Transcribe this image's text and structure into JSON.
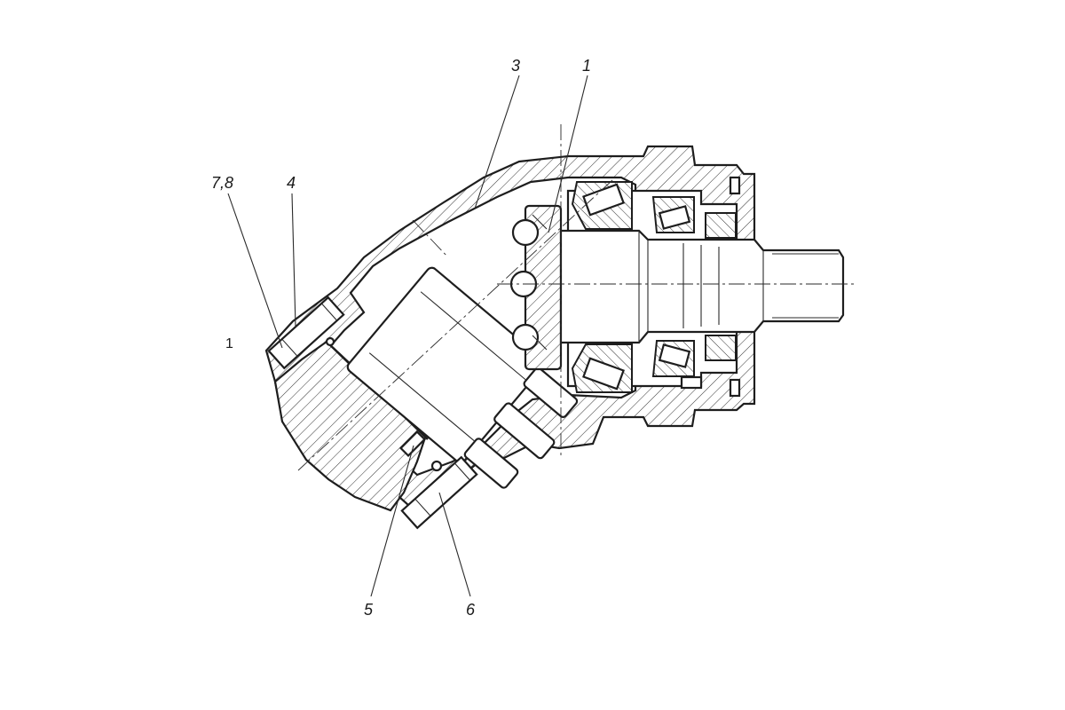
{
  "labels": {
    "part_1": "1",
    "part_3": "3",
    "part_4": "4",
    "part_5": "5",
    "part_6": "6",
    "part_7_8": "7,8",
    "stray_mark": "1"
  },
  "colors": {
    "line": "#1e1e1e",
    "background": "#ffffff"
  }
}
